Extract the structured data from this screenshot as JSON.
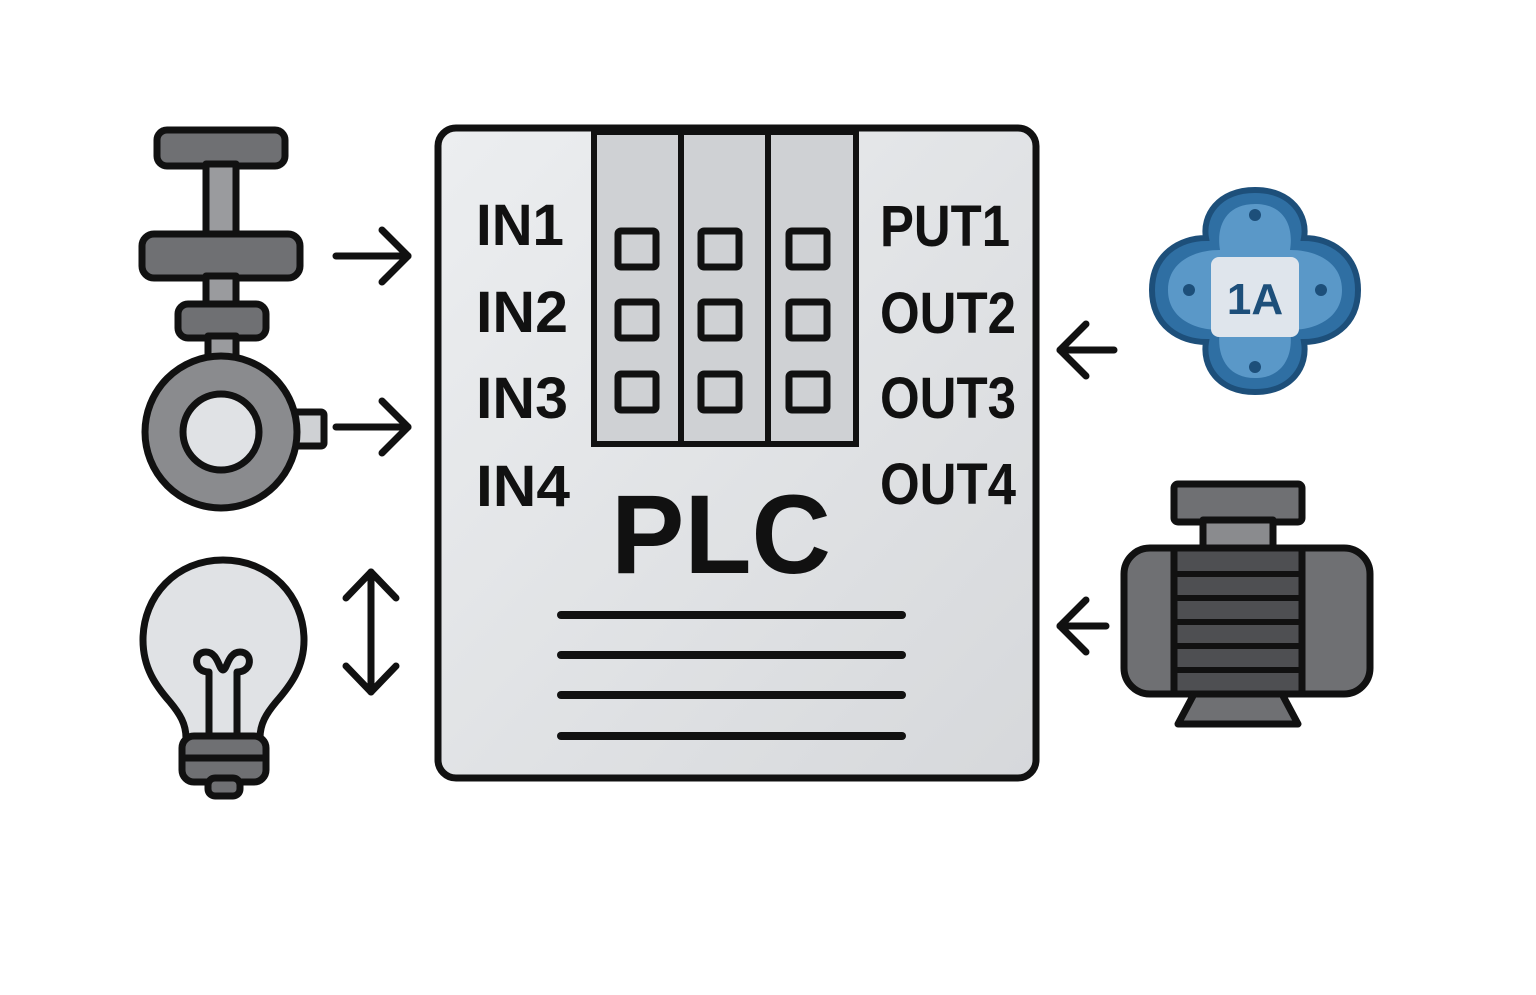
{
  "plc": {
    "title": "PLC",
    "inputs": [
      "IN1",
      "IN2",
      "IN3",
      "IN4"
    ],
    "outputs": [
      "PUT1",
      "OUT2",
      "OUT3",
      "OUT4"
    ]
  },
  "devices": {
    "left": [
      "manual-valve-icon",
      "flow-meter-icon",
      "light-bulb-icon"
    ],
    "right": [
      "current-sensor-icon",
      "electric-motor-icon"
    ],
    "current_sensor_label": "1A"
  },
  "colors": {
    "outline": "#111111",
    "panel_fill": "#e2e4e7",
    "device_gray": "#6f7073",
    "sensor_blue": "#2f6fa3",
    "sensor_light": "#5a98c8"
  }
}
